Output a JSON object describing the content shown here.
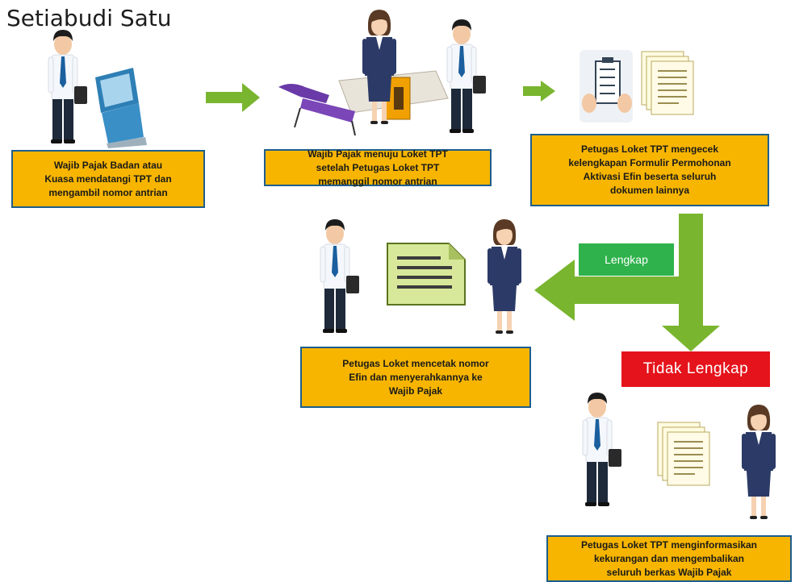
{
  "title": "Setiabudi Satu",
  "steps": [
    {
      "text": "Wajib Pajak Badan atau\nKuasa mendatangi TPT dan\nmengambil nomor antrian"
    },
    {
      "text": "Wajib Pajak menuju Loket TPT\nsetelah Petugas Loket TPT\nmemanggil nomor antrian"
    },
    {
      "text": "Petugas Loket TPT mengecek\nkelengkapan Formulir Permohonan\nAktivasi Efin beserta seluruh\ndokumen lainnya"
    },
    {
      "text": "Petugas Loket mencetak nomor\nEfin dan menyerahkannya ke\nWajib Pajak"
    },
    {
      "text": "Petugas Loket TPT menginformasikan\nkekurangan dan mengembalikan\nseluruh berkas Wajib Pajak"
    }
  ],
  "branches": {
    "complete": "Lengkap",
    "incomplete": "Tidak Lengkap"
  },
  "colors": {
    "box_fill": "#f7b500",
    "box_border": "#1d5e8c",
    "arrow": "#7ab52f",
    "complete": "#2fb24c",
    "incomplete": "#e5131b"
  }
}
